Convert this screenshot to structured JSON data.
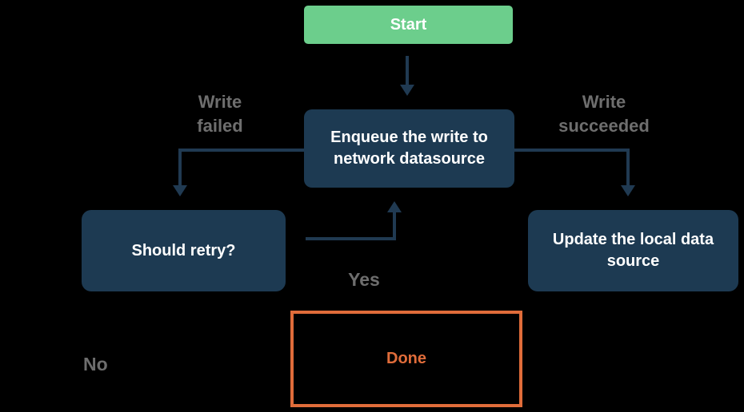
{
  "diagram": {
    "type": "flowchart",
    "nodes": {
      "start": {
        "label": "Start"
      },
      "enqueue": {
        "label": "Enqueue the write to network datasource"
      },
      "retry": {
        "label": "Should retry?"
      },
      "update": {
        "label": "Update the local data source"
      },
      "done": {
        "label": "Done"
      }
    },
    "edge_labels": {
      "write_failed": {
        "line1": "Write",
        "line2": "failed"
      },
      "write_succeeded": {
        "line1": "Write",
        "line2": "succeeded"
      },
      "yes": "Yes",
      "no": "No"
    },
    "edges": [
      {
        "from": "start",
        "to": "enqueue",
        "label": ""
      },
      {
        "from": "enqueue",
        "to": "retry",
        "label": "Write failed"
      },
      {
        "from": "enqueue",
        "to": "update",
        "label": "Write succeeded"
      },
      {
        "from": "retry",
        "to": "enqueue",
        "label": "Yes"
      }
    ],
    "colors": {
      "background": "#000000",
      "start_fill": "#6CCE8C",
      "node_fill": "#1D3A52",
      "node_text": "#FFFFFF",
      "arrow": "#203A52",
      "label_text": "#6E6E6E",
      "done_accent": "#E06C3A"
    }
  }
}
